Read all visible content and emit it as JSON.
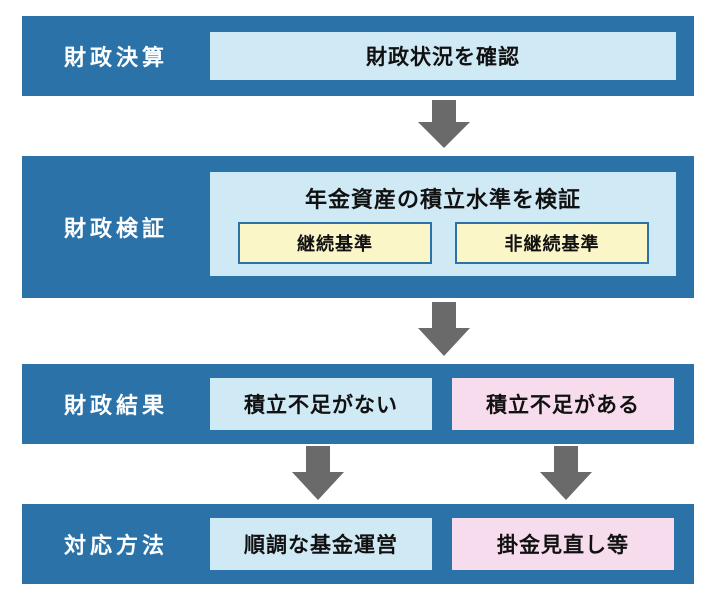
{
  "colors": {
    "row_bg": "#2a72a8",
    "box_blue": "#cfe9f5",
    "box_pink": "#f6dcec",
    "box_yellow": "#fbf6c8",
    "arrow": "#6a6a6a"
  },
  "rows": {
    "settlement": {
      "label": "財政決算",
      "box": "財政状況を確認"
    },
    "verification": {
      "label": "財政検証",
      "box": "年金資産の積立水準を検証",
      "criteria": [
        "継続基準",
        "非継続基準"
      ]
    },
    "result": {
      "label": "財政結果",
      "no_shortfall": "積立不足がない",
      "shortfall": "積立不足がある"
    },
    "response": {
      "label": "対応方法",
      "smooth": "順調な基金運営",
      "review": "掛金見直し等"
    }
  }
}
